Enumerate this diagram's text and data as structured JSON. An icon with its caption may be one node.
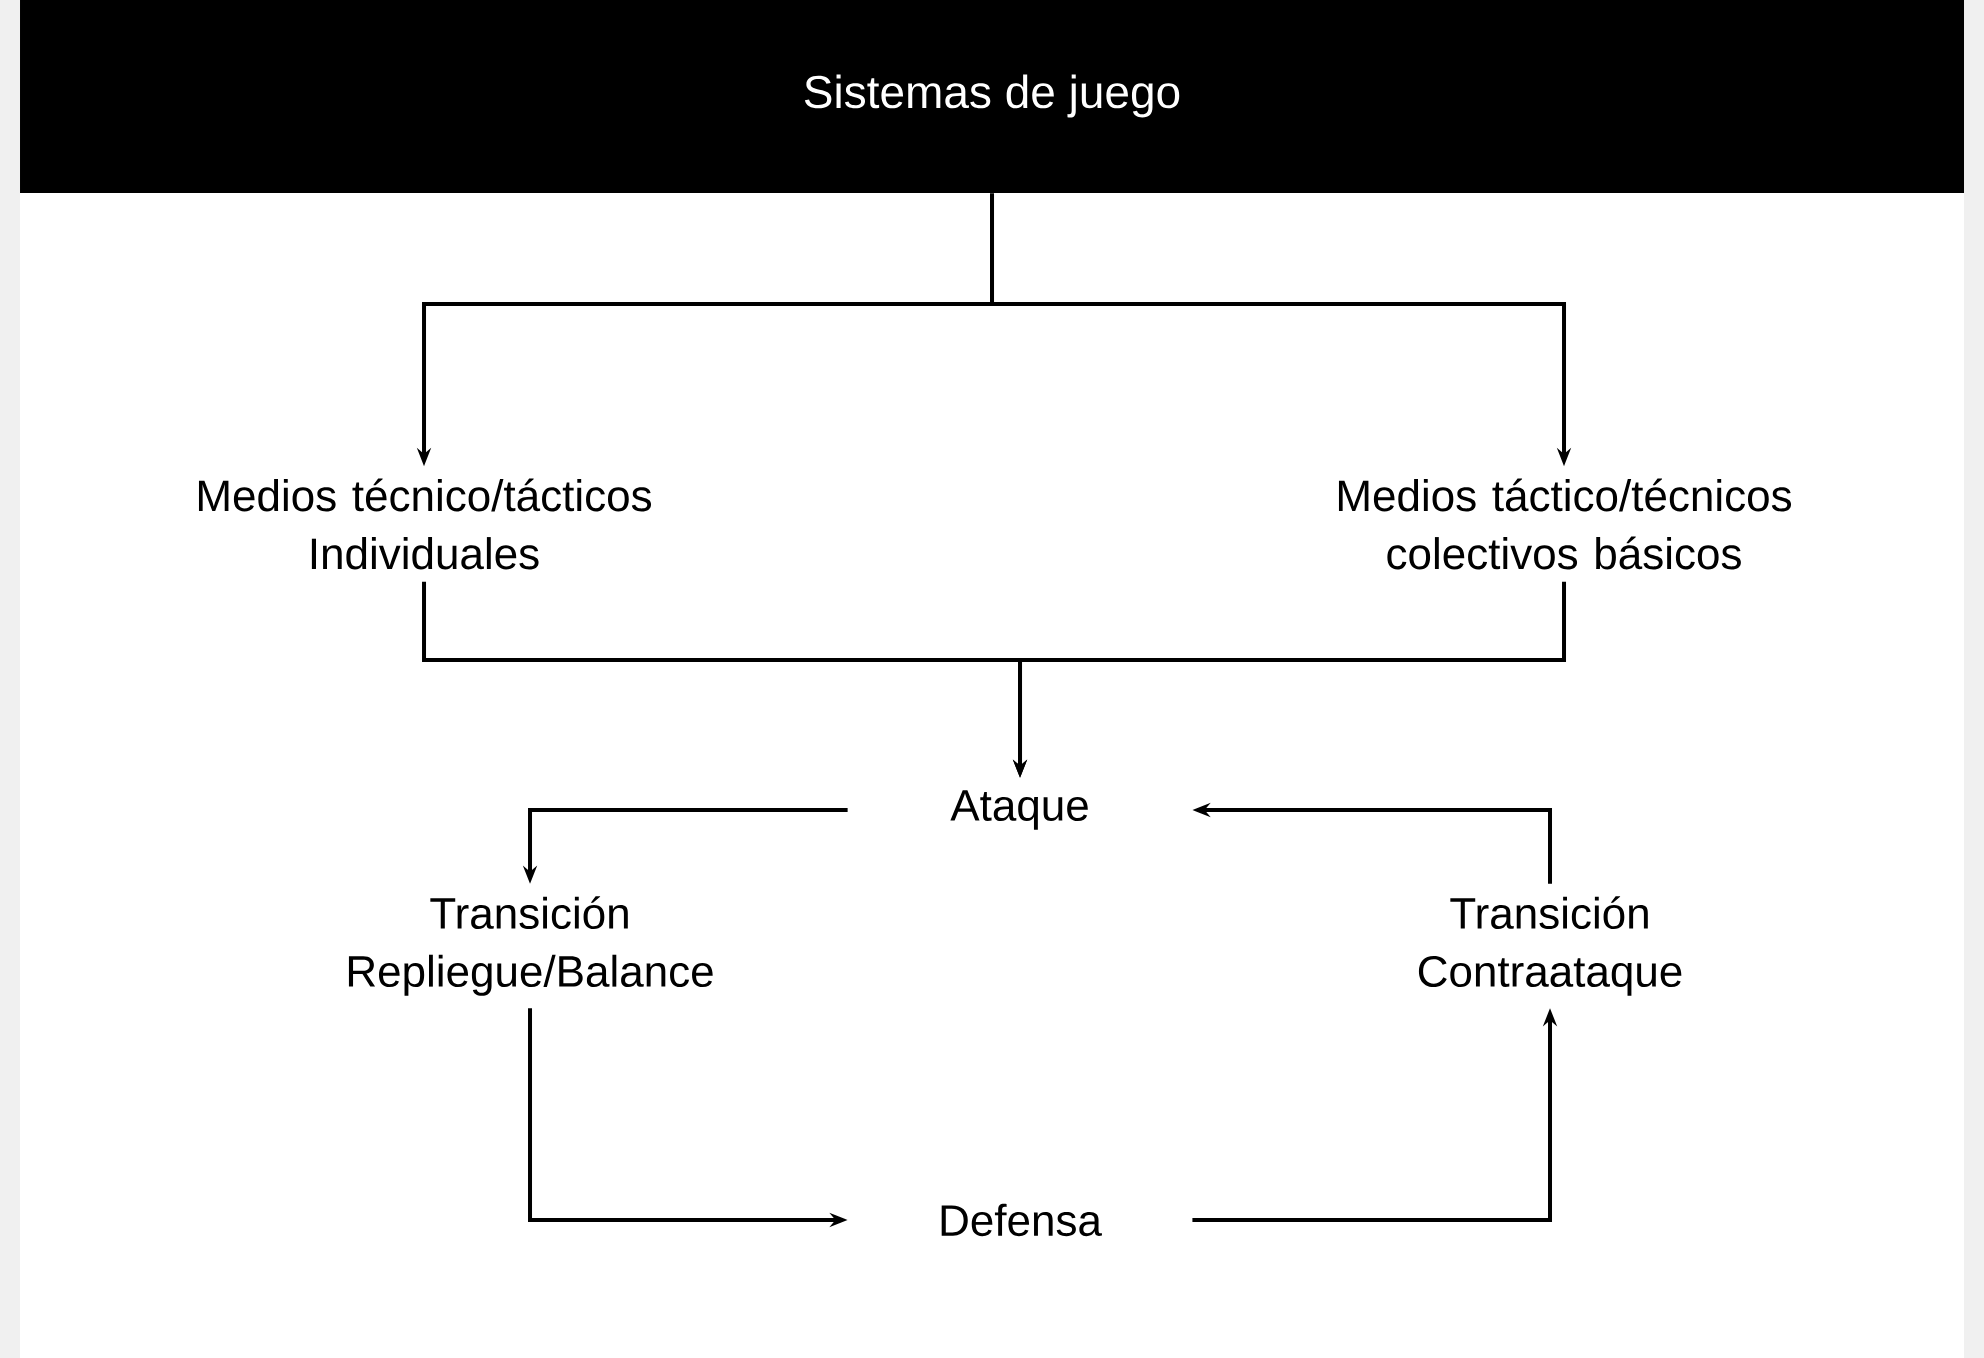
{
  "diagram": {
    "nodes": [
      {
        "text": [
          "Sistemas de juego"
        ]
      },
      {
        "text": [
          "Medios técnico/tácticos Individuales"
        ]
      },
      {
        "text": [
          "Medios táctico/técnicos colectivos básicos"
        ]
      },
      {
        "text": [
          "Ataque"
        ]
      },
      {
        "text": [
          "Transición Repliegue/Balance"
        ]
      },
      {
        "text": [
          "Transición Contraataque"
        ]
      },
      {
        "text": [
          "Defensa"
        ]
      }
    ],
    "edges": [
      {
        "from": 0,
        "to": 1,
        "arrow": "to"
      },
      {
        "from": 0,
        "to": 2,
        "arrow": "to"
      },
      {
        "from": 1,
        "to": 3,
        "arrow": "to"
      },
      {
        "from": 2,
        "to": 3,
        "arrow": "to"
      },
      {
        "from": 3,
        "to": 4,
        "arrow": "to"
      },
      {
        "from": 5,
        "to": 3,
        "arrow": "to"
      },
      {
        "from": 4,
        "to": 6,
        "arrow": "to"
      },
      {
        "from": 6,
        "to": 5,
        "arrow": "to"
      }
    ]
  }
}
